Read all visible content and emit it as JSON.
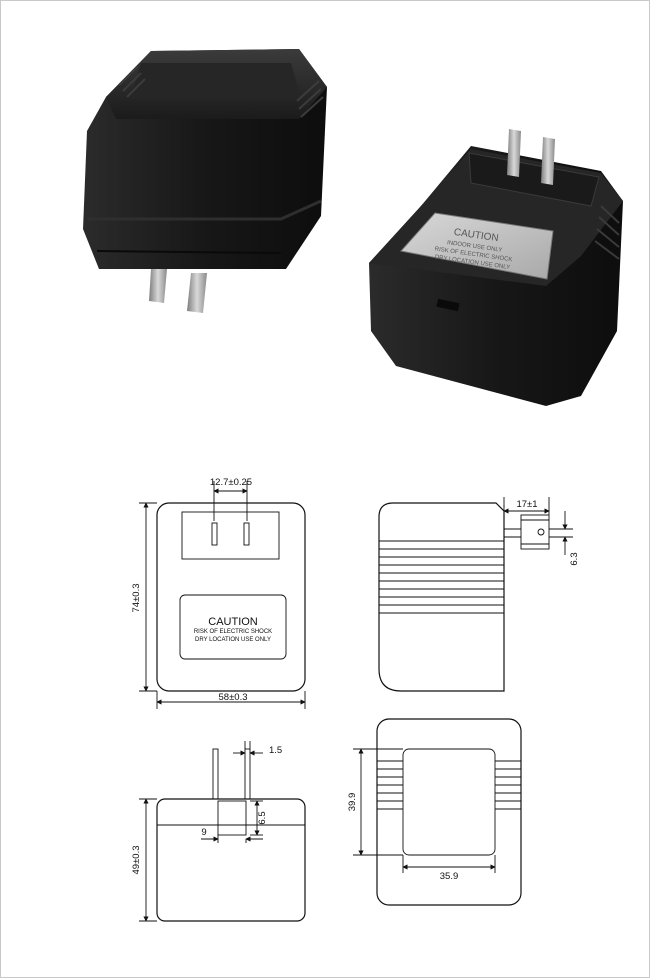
{
  "photo": {
    "left_unit_label": "",
    "right_unit_label_lines": [
      "CAUTION",
      "INDOOR USE ONLY",
      "RISK OF ELECTRIC SHOCK",
      "DRY LOCATION USE ONLY"
    ]
  },
  "front_view": {
    "pin_spacing": "12.7±0.25",
    "height": "74±0.3",
    "width": "58±0.3",
    "caution_title": "CAUTION",
    "caution_line1": "RISK OF ELECTRIC SHOCK",
    "caution_line2": "DRY LOCATION USE ONLY"
  },
  "side_view": {
    "pin_length": "17±1",
    "pin_width": "6.3"
  },
  "bottom_view": {
    "pin_thickness": "1.5",
    "pin_height": "6.5",
    "pin_offset": "9",
    "depth": "49±0.3"
  },
  "top_view": {
    "label_height": "39.9",
    "label_width": "35.9"
  },
  "colors": {
    "housing": "#1c1c1c",
    "housing_highlight": "#3a3a3a",
    "pin_metal": "#a8a8a8",
    "label_plate": "#c8c8c8",
    "line": "#111111"
  }
}
